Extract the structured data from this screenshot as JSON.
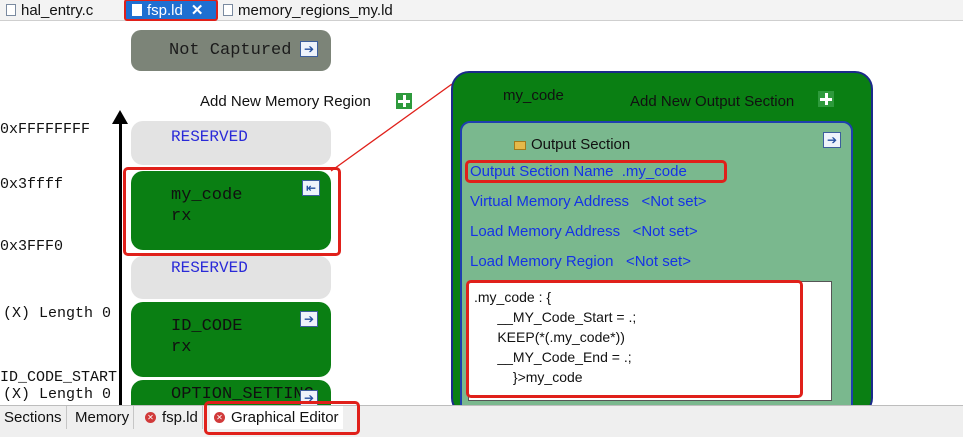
{
  "top_tabs": [
    {
      "label": "hal_entry.c",
      "icon": "c-file-icon"
    },
    {
      "label": "fsp.ld",
      "icon": "file-icon",
      "active": true,
      "close": "✕"
    },
    {
      "label": "memory_regions_my.ld",
      "icon": "file-icon"
    }
  ],
  "not_captured": {
    "label": "Not Captured"
  },
  "add_memory_region": {
    "label": "Add New Memory Region"
  },
  "addresses": [
    {
      "label": "0xFFFFFFFF"
    },
    {
      "label": "0x3ffff"
    },
    {
      "label": "0x3FFF0"
    },
    {
      "label": "(X) Length 0"
    },
    {
      "label": "ID_CODE_START"
    },
    {
      "label": "(X) Length 0"
    }
  ],
  "regions": [
    {
      "type": "reserved",
      "name": "RESERVED"
    },
    {
      "type": "section",
      "name": "my_code",
      "attr": "rx",
      "selected": true
    },
    {
      "type": "reserved",
      "name": "RESERVED"
    },
    {
      "type": "section",
      "name": "ID_CODE",
      "attr": "rx"
    },
    {
      "type": "section",
      "name": "OPTION_SETTING"
    }
  ],
  "panel": {
    "title": "my_code",
    "add_output_section": "Add New Output Section",
    "inner_title": "Output Section",
    "fields": [
      {
        "label": "Output Section Name",
        "value": ".my_code"
      },
      {
        "label": "Virtual Memory Address",
        "value": "<Not set>"
      },
      {
        "label": "Load Memory Address",
        "value": "<Not set>"
      },
      {
        "label": "Load Memory Region",
        "value": "<Not set>"
      }
    ],
    "code": [
      ".my_code : {",
      "      __MY_Code_Start = .;",
      "      KEEP(*(.my_code*))",
      "      __MY_Code_End = .;",
      "          }>my_code"
    ]
  },
  "bottom_tabs": [
    {
      "label": "Sections"
    },
    {
      "label": "Memory"
    },
    {
      "label": "fsp.ld",
      "icon": "error-icon"
    },
    {
      "label": "Graphical Editor",
      "icon": "error-icon",
      "active": true
    }
  ],
  "colors": {
    "section_green": "#0a7f13",
    "reserved_gray": "#e3e3e3",
    "panel_inner": "#7ab88e",
    "highlight_red": "#e0201a",
    "link_blue": "#1532e6"
  }
}
